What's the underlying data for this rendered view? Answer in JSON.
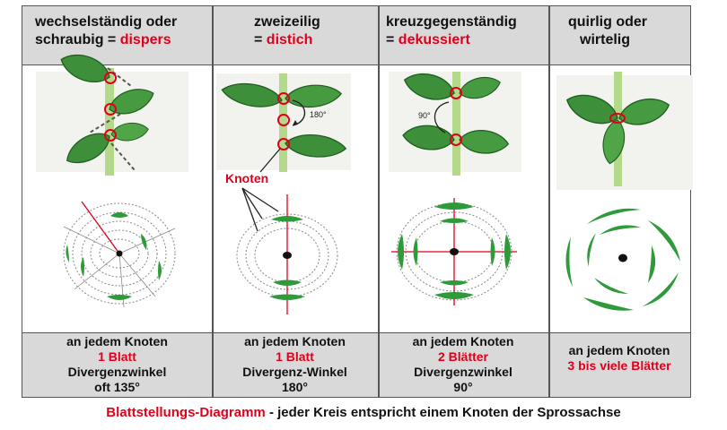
{
  "columns": [
    {
      "header_line1": "wechselständig oder",
      "header_line2_prefix": "schraubig = ",
      "header_term": "dispers",
      "footer_line1": "an jedem Knoten",
      "footer_highlight": "1 Blatt",
      "footer_line3": "Divergenzwinkel",
      "footer_line4": "oft 135°"
    },
    {
      "header_line1": "zweizeilig",
      "header_line2_prefix": "= ",
      "header_term": "distich",
      "footer_line1": "an jedem Knoten",
      "footer_highlight": "1 Blatt",
      "footer_line3": "Divergenz-Winkel",
      "footer_line4": "180°"
    },
    {
      "header_line1": "kreuzgegenständig",
      "header_line2_prefix": "= ",
      "header_term": "dekussiert",
      "footer_line1": "an jedem Knoten",
      "footer_highlight": "2 Blätter",
      "footer_line3": "Divergenzwinkel",
      "footer_line4": "90°"
    },
    {
      "header_line1": "quirlig oder",
      "header_line2": "wirtelig",
      "footer_line1": "an jedem Knoten",
      "footer_highlight": "3 bis viele Blätter"
    }
  ],
  "labels": {
    "knoten": "Knoten",
    "angle_180": "180°",
    "angle_90": "90°"
  },
  "caption": {
    "highlight": "Blattstellungs-Diagramm",
    "rest": " - jeder Kreis entspricht einem Knoten der Sprossachse"
  },
  "colors": {
    "highlight_red": "#e0001b",
    "leaf_green": "#2e9a3a",
    "stem_green": "#a9d37a",
    "cell_gray": "#d9d9d9"
  }
}
